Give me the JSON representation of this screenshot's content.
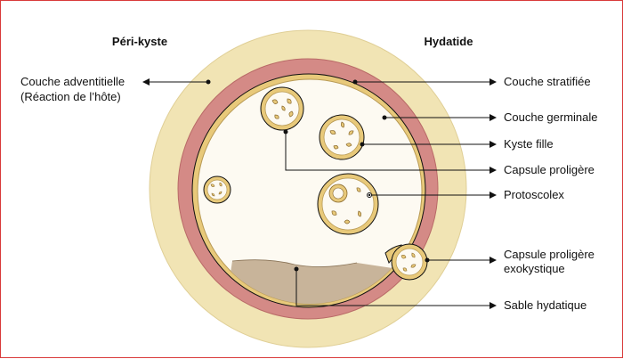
{
  "headers": {
    "left": "Péri-kyste",
    "right": "Hydatide"
  },
  "labels": {
    "adventitial_line1": "Couche adventitielle",
    "adventitial_line2": "(Réaction de l’hôte)",
    "stratified": "Couche stratifiée",
    "germinal": "Couche germinale",
    "daughter_cyst": "Kyste fille",
    "brood_capsule": "Capsule proligère",
    "protoscolex": "Protoscolex",
    "exo_line1": "Capsule proligère",
    "exo_line2": "exokystique",
    "sand": "Sable hydatique"
  },
  "colors": {
    "frame": "#d93a3a",
    "adventitial": "#f1e4b4",
    "stratified": "#d48a86",
    "germinal": "#e8c97a",
    "cavity": "#fdfaf2",
    "sand": "#c8b49a",
    "line": "#111111"
  }
}
